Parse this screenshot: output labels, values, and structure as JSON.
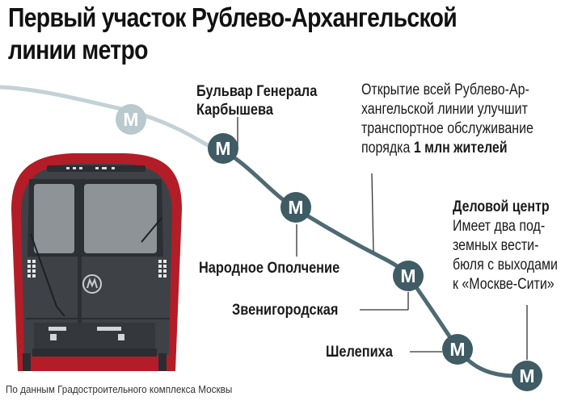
{
  "title": {
    "line1": "Первый участок Рублево-Архангельской",
    "line2": "линии метро"
  },
  "stations": [
    {
      "name_line1": "Бульвар Генерала",
      "name_line2": "Карбышева",
      "status": "open"
    },
    {
      "name": "Народное Ополчение",
      "status": "open"
    },
    {
      "name": "Звенигородская",
      "status": "open"
    },
    {
      "name": "Шелепиха",
      "status": "open"
    },
    {
      "name": "Деловой центр",
      "status": "open"
    }
  ],
  "future_station": {
    "status": "future"
  },
  "metro_logo": "М",
  "callout": {
    "line1": "Открытие всей Рублево-Ар-",
    "line2": "хангельской линии улучшит",
    "line3": "транспортное обслуживание",
    "line4_prefix": "порядка ",
    "line4_bold": "1 млн жителей"
  },
  "delovoy_note": {
    "heading": "Деловой центр",
    "line1": "Имеет два под-",
    "line2": "земных вести-",
    "line3": "бюля с выходами",
    "line4": "к «Москве-Сити»"
  },
  "source": "По данным Градостроительного комплекса Москвы",
  "colors": {
    "line_active": "#4e6a72",
    "line_future": "#c3d2d6",
    "station_active": "#3f5b63",
    "station_future": "#b9c9cd",
    "train_body": "#b31d27",
    "train_face": "#3e4247",
    "text": "#1a1a1a"
  }
}
